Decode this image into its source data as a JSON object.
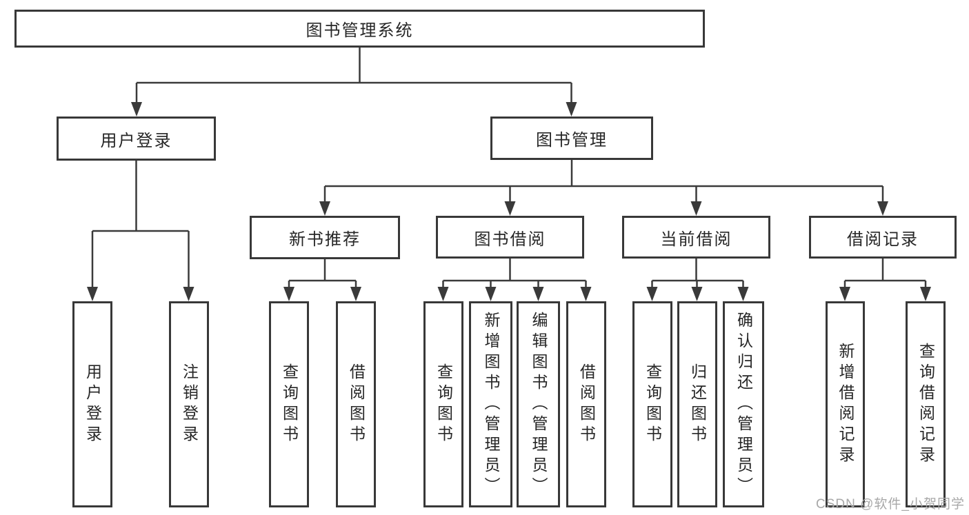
{
  "diagram": {
    "title": "图书管理系统",
    "level2": [
      "用户登录",
      "图书管理"
    ],
    "level3": [
      "新书推荐",
      "图书借阅",
      "当前借阅",
      "借阅记录"
    ],
    "leaves": {
      "user_login": [
        "用户登录",
        "注销登录"
      ],
      "new_book_rec": [
        "查询图书",
        "借阅图书"
      ],
      "book_borrow": [
        "查询图书",
        "新增图书（管理员）",
        "编辑图书（管理员）",
        "借阅图书"
      ],
      "current_borrow": [
        "查询图书",
        "归还图书",
        "确认归还（管理员）"
      ],
      "borrow_record": [
        "新增借阅记录",
        "查询借阅记录"
      ]
    }
  },
  "watermark": "CSDN @软件_小贺同学",
  "colors": {
    "line": "#3a3a3a",
    "box_border": "#383838",
    "text": "#262626",
    "watermark": "#a8a8a8",
    "background": "#ffffff"
  }
}
